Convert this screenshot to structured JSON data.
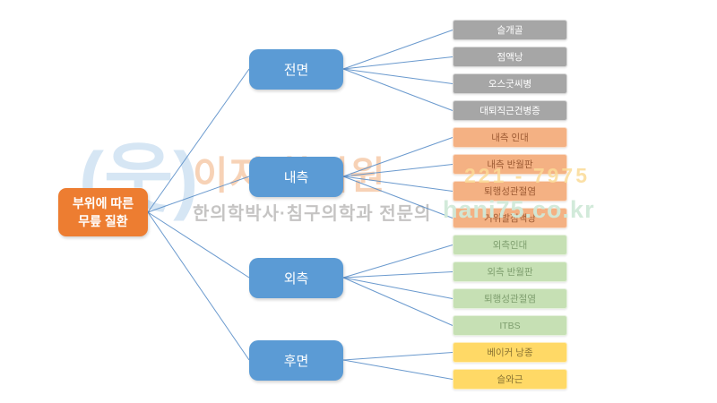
{
  "diagram": {
    "root": {
      "label_lines": [
        "부위에 따른",
        "무릎 질환"
      ],
      "fill": "#ED7D31",
      "text_color": "#FFFFFF"
    },
    "branch_fill": "#5B9BD5",
    "branch_text_color": "#FFFFFF",
    "line_color": "#5B8FC9",
    "branches": [
      {
        "label": "전면",
        "leaf_fill": "#A6A6A6",
        "leaf_text_color": "#FFFFFF",
        "children": [
          "슬개골",
          "점액낭",
          "오스굿씨병",
          "대퇴직근건병증"
        ]
      },
      {
        "label": "내측",
        "leaf_fill": "#F4B183",
        "leaf_text_color": "#9C5A33",
        "children": [
          "내측 인대",
          "내측 반월판",
          "퇴행성관절염",
          "거위발점액낭"
        ]
      },
      {
        "label": "외측",
        "leaf_fill": "#C6E0B4",
        "leaf_text_color": "#7E9E6E",
        "children": [
          "외측인대",
          "외측 반월판",
          "퇴행성관절염",
          "ITBS"
        ]
      },
      {
        "label": "후면",
        "leaf_fill": "#FFD966",
        "leaf_text_color": "#8A7433",
        "children": [
          "베이커 낭종",
          "슬와근"
        ]
      }
    ]
  },
  "watermark": {
    "logo_icon": "person-in-parentheses-logo",
    "logo_glyph": "(웃)",
    "clinic_name": "이지 한의원",
    "subtitle": "한의학박사·침구의학과 전문의",
    "phone": "221 - 7975",
    "url": "hani75.co.kr"
  }
}
